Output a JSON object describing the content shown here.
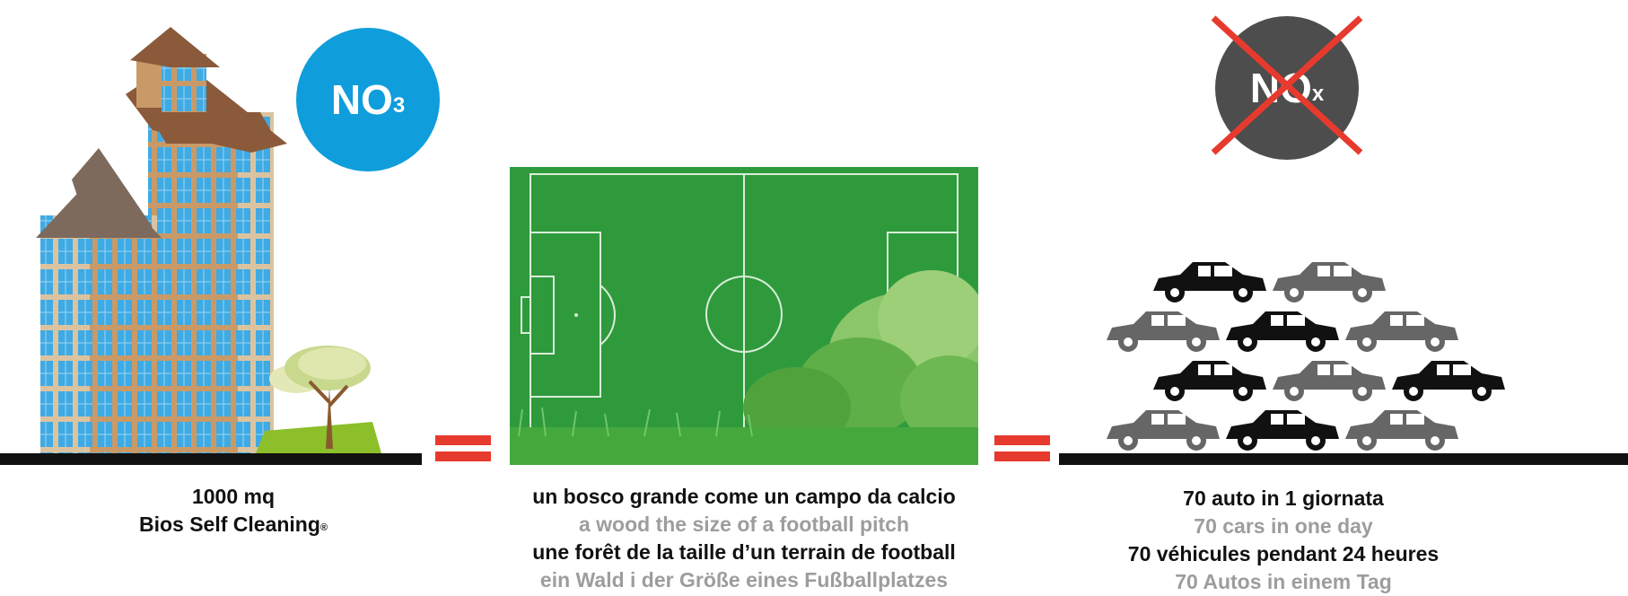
{
  "left": {
    "badge_main": "NO",
    "badge_sub": "3",
    "caption_line1": "1000 mq",
    "caption_line2": "Bios Self Cleaning",
    "caption_mark": "®"
  },
  "center": {
    "caption_it": "un bosco grande come un campo da calcio",
    "caption_en": "a wood the size of a football pitch",
    "caption_fr": "une forêt de la taille d’un terrain de football",
    "caption_de": "ein Wald i der Größe eines Fußballplatzes"
  },
  "right": {
    "badge_main": "NO",
    "badge_sub": "x",
    "caption_it": "70 auto in 1 giornata",
    "caption_en": "70 cars in one day",
    "caption_fr": "70 véhicules pendant 24 heures",
    "caption_de": "70 Autos in einem Tag"
  },
  "colors": {
    "accent_red": "#e73a2e",
    "no3_blue": "#0f9ddb",
    "nox_grey": "#4d4d4d",
    "pitch_green": "#2f9a3c",
    "caption_grey": "#9d9d9d"
  },
  "icons": [
    "building-icon",
    "tree-icon",
    "football-pitch-icon",
    "bushes-icon",
    "car-icon",
    "cross-out-icon",
    "equals-icon"
  ]
}
